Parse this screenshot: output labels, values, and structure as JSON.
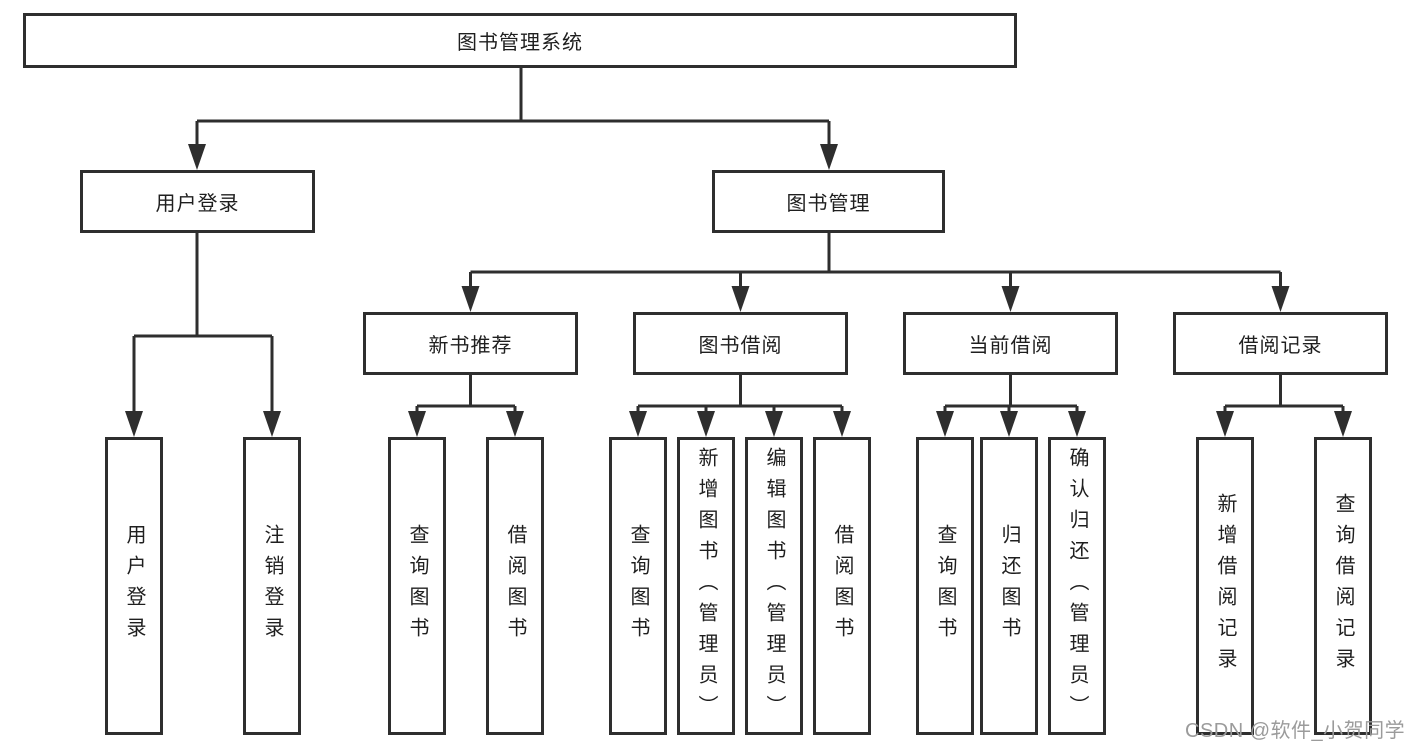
{
  "title": "图书管理系统",
  "watermark": {
    "text": "CSDN @软件_小贺同学",
    "color": "#9b9b9b"
  },
  "colors": {
    "line": "#2e2e2e",
    "box_border": "#2e2e2e",
    "box_fill": "#ffffff",
    "text": "#1f1f1f",
    "background": "#ffffff"
  },
  "tree": {
    "label": "图书管理系统",
    "children": [
      {
        "label": "用户登录",
        "children": [
          {
            "label": "用户登录"
          },
          {
            "label": "注销登录"
          }
        ]
      },
      {
        "label": "图书管理",
        "children": [
          {
            "label": "新书推荐",
            "children": [
              {
                "label": "查询图书"
              },
              {
                "label": "借阅图书"
              }
            ]
          },
          {
            "label": "图书借阅",
            "children": [
              {
                "label": "查询图书"
              },
              {
                "label": "新增图书（管理员）"
              },
              {
                "label": "编辑图书（管理员）"
              },
              {
                "label": "借阅图书"
              }
            ]
          },
          {
            "label": "当前借阅",
            "children": [
              {
                "label": "查询图书"
              },
              {
                "label": "归还图书"
              },
              {
                "label": "确认归还（管理员）"
              }
            ]
          },
          {
            "label": "借阅记录",
            "children": [
              {
                "label": "新增借阅记录"
              },
              {
                "label": "查询借阅记录"
              }
            ]
          }
        ]
      }
    ]
  }
}
